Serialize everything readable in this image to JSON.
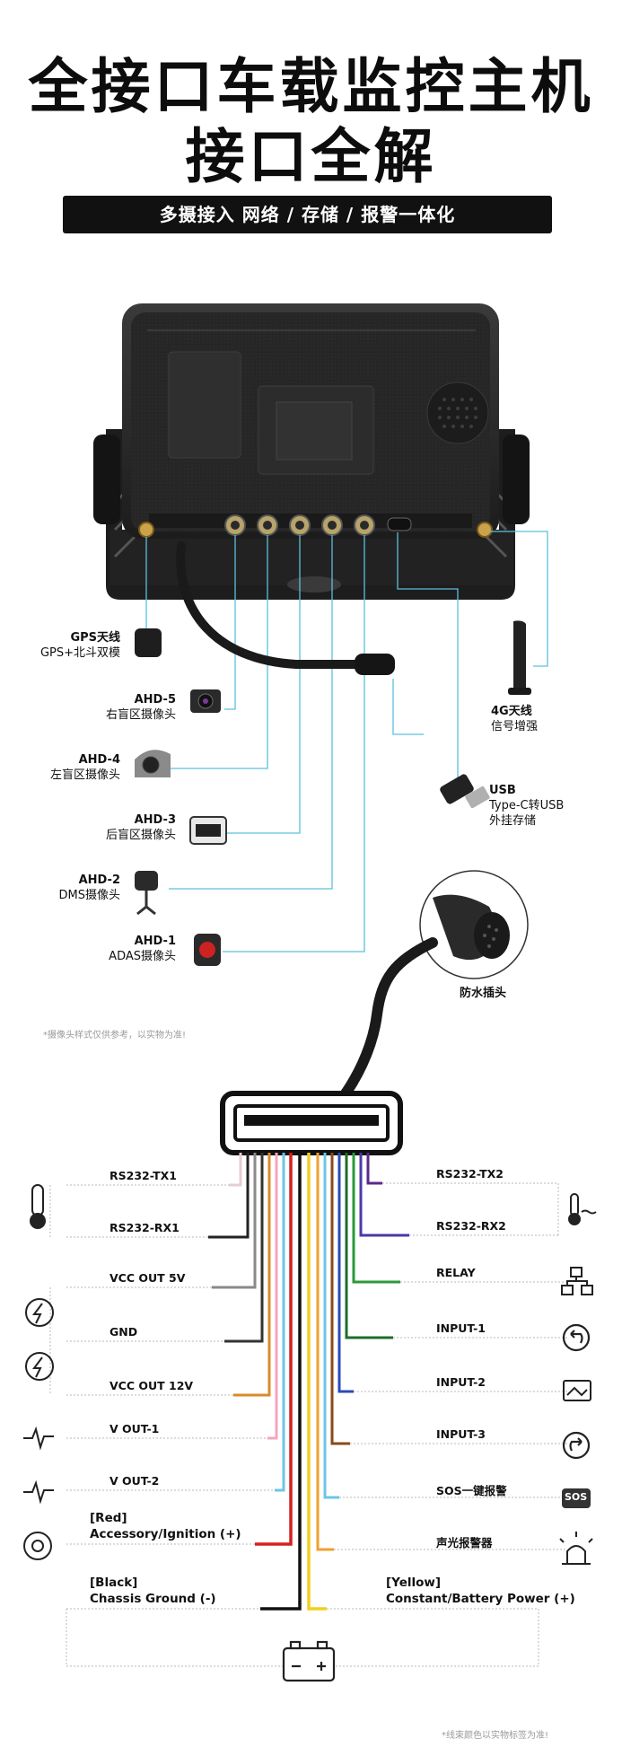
{
  "header": {
    "title_line1": "全接口车载监控主机",
    "title_line2": "接口全解",
    "subtitle": "多摄接入 网络 / 存储 / 报警一体化"
  },
  "devices": {
    "gps": {
      "name": "GPS天线",
      "desc": "GPS+北斗双模"
    },
    "ahd5": {
      "name": "AHD-5",
      "desc": "右盲区摄像头"
    },
    "ahd4": {
      "name": "AHD-4",
      "desc": "左盲区摄像头"
    },
    "ahd3": {
      "name": "AHD-3",
      "desc": "后盲区摄像头"
    },
    "ahd2": {
      "name": "AHD-2",
      "desc": "DMS摄像头"
    },
    "ahd1": {
      "name": "AHD-1",
      "desc": "ADAS摄像头"
    },
    "lte": {
      "name": "4G天线",
      "desc": "信号增强"
    },
    "usb": {
      "name": "USB",
      "desc1": "Type-C转USB",
      "desc2": "外挂存储"
    },
    "waterproof": {
      "name": "防水插头"
    }
  },
  "notes": {
    "camera_note": "*摄像头样式仅供参考，以实物为准!",
    "wire_note": "*线束颜色以实物标签为准!"
  },
  "wires_left": [
    {
      "label": "RS232-TX1",
      "color": "#e6cdd0"
    },
    {
      "label": "RS232-RX1",
      "color": "#222222"
    },
    {
      "label": "VCC OUT 5V",
      "color": "#8a8a8a"
    },
    {
      "label": "GND",
      "color": "#333333"
    },
    {
      "label": "VCC OUT 12V",
      "color": "#d98a2a"
    },
    {
      "label": "V OUT-1",
      "color": "#f2a7bd"
    },
    {
      "label": "V OUT-2",
      "color": "#6cc6e6"
    }
  ],
  "wires_right": [
    {
      "label": "RS232-TX2",
      "color": "#5a2a8a"
    },
    {
      "label": "RS232-RX2",
      "color": "#4a3aa8"
    },
    {
      "label": "RELAY",
      "color": "#2a9a3a"
    },
    {
      "label": "INPUT-1",
      "color": "#1d6e2a"
    },
    {
      "label": "INPUT-2",
      "color": "#2a4ab8"
    },
    {
      "label": "INPUT-3",
      "color": "#8a4a1a"
    },
    {
      "label": "SOS一键报警",
      "color": "#6cc6e6"
    },
    {
      "label": "声光报警器",
      "color": "#f0a030"
    }
  ],
  "power": {
    "red_color_name": "[Red]",
    "red_label": "Accessory/Ignition (+)",
    "black_color_name": "[Black]",
    "black_label": "Chassis Ground (-)",
    "yellow_color_name": "[Yellow]",
    "yellow_label": "Constant/Battery Power (+)"
  },
  "badges": {
    "sos": "SOS"
  },
  "colors": {
    "cyan_line": "#5bc0de",
    "dark": "#111111",
    "device_body": "#2a2a2a"
  }
}
